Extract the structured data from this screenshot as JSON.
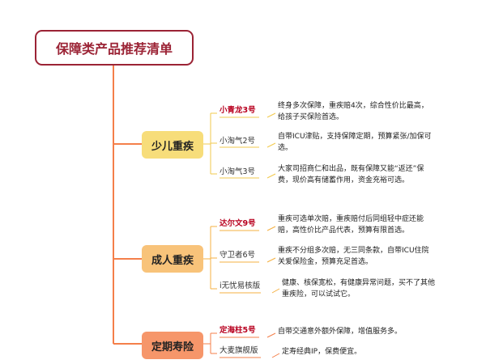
{
  "title": "保障类产品推荐清单",
  "categories": [
    {
      "name": "少儿重疾",
      "products": [
        {
          "name": "小青龙3号",
          "highlight": true,
          "desc": [
            "终身多次保障，重疾赔4次，综合性价比最高，",
            "给孩子买保险首选。"
          ]
        },
        {
          "name": "小淘气2号",
          "highlight": false,
          "desc": [
            "自带ICU津贴，支持保障定期，预算紧张/加保可",
            "选。"
          ]
        },
        {
          "name": "小淘气3号",
          "highlight": false,
          "desc": [
            "大家司招商仁和出品，既有保障又能“返还”保",
            "费，现价高有储蓄作用，资金充裕可选。"
          ]
        }
      ]
    },
    {
      "name": "成人重疾",
      "products": [
        {
          "name": "达尔文9号",
          "highlight": true,
          "desc": [
            "重疾可选单次赔，重疾赔付后同组轻中症还能",
            "赔，高性价比产品代表，预算有限首选。"
          ]
        },
        {
          "name": "守卫者6号",
          "highlight": false,
          "desc": [
            "重疾不分组多次赔，无三同条款，自带ICU住院",
            "关爱保险金，预算充足首选。"
          ]
        },
        {
          "name": "i无忧易核版",
          "highlight": false,
          "desc": [
            "健康、核保宽松，有健康异常问题，买不了其他",
            "重疾险，可以试试它。"
          ]
        }
      ]
    },
    {
      "name": "定期寿险",
      "products": [
        {
          "name": "定海柱5号",
          "highlight": true,
          "desc": [
            "自带交通意外额外保障，增值服务多。"
          ]
        },
        {
          "name": "大麦旗舰版",
          "highlight": false,
          "desc": [
            "定寿经典IP，保费便宜。"
          ]
        }
      ]
    }
  ]
}
